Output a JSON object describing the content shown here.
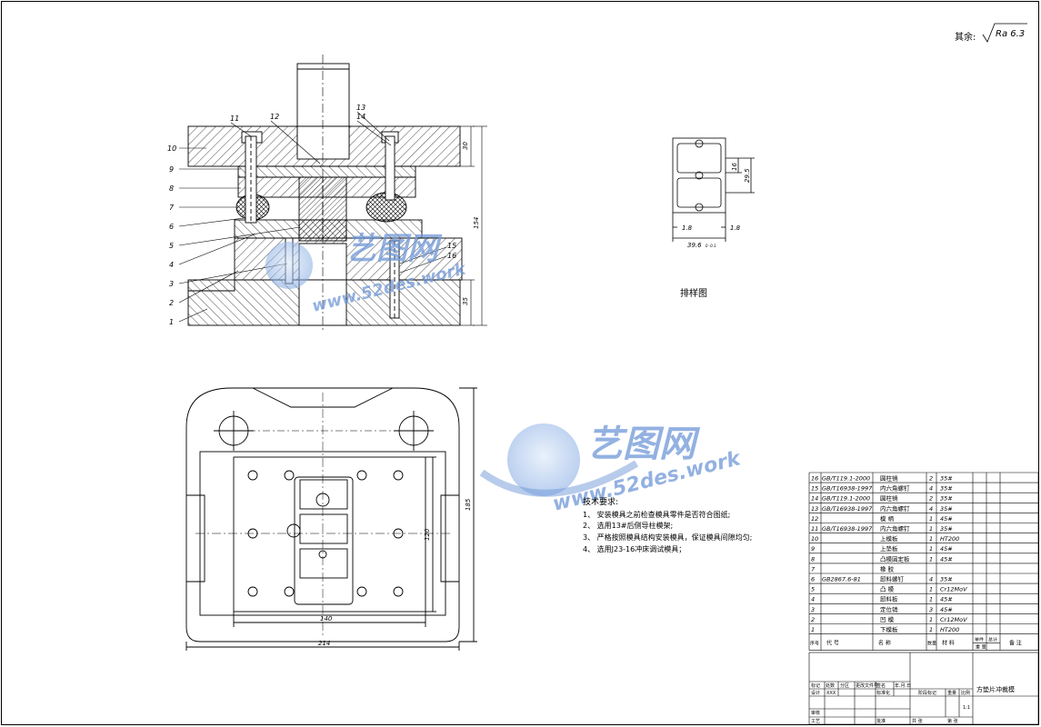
{
  "roughness": {
    "prefix": "其余:",
    "value": "Ra 6.3"
  },
  "section_view": {
    "callouts": [
      "1",
      "2",
      "3",
      "4",
      "5",
      "6",
      "7",
      "8",
      "9",
      "10",
      "11",
      "12",
      "13",
      "14",
      "15",
      "16"
    ],
    "dims": {
      "top_thickness": "30",
      "height": "154",
      "bottom_thickness": "35"
    }
  },
  "strip_layout": {
    "title": "排样图",
    "dims": {
      "gap_left": "1.8",
      "gap_right": "1.8",
      "width": "39.6",
      "tolerance": "0 -0.1",
      "pitch": "16",
      "height": "29.5"
    }
  },
  "plan_view": {
    "dims": {
      "inner_width": "140",
      "outer_width": "214",
      "inner_height": "120",
      "outer_height": "185"
    }
  },
  "watermark": {
    "brand": "艺图网",
    "url": "www.52des.work"
  },
  "tech_requirements": {
    "title": "技术要求:",
    "items": [
      "1、 安装模具之前检查模具零件是否符合图纸;",
      "2、 选用13#后侧导柱模架;",
      "3、 严格按照模具结构安装模具，保证模具间隙均匀;",
      "4、 选用J23-16冲床调试模具；"
    ]
  },
  "bom": {
    "rows": [
      {
        "no": "16",
        "code": "GB/T119.1-2000",
        "name": "圆柱销",
        "qty": "2",
        "material": "35#"
      },
      {
        "no": "15",
        "code": "GB/T16938-1997",
        "name": "内六角螺钉",
        "qty": "4",
        "material": "35#"
      },
      {
        "no": "14",
        "code": "GB/T119.1-2000",
        "name": "圆柱销",
        "qty": "2",
        "material": "35#"
      },
      {
        "no": "13",
        "code": "GB/T16938-1997",
        "name": "内六角螺钉",
        "qty": "4",
        "material": "35#"
      },
      {
        "no": "12",
        "code": "",
        "name": "模  柄",
        "qty": "1",
        "material": "45#"
      },
      {
        "no": "11",
        "code": "GB/T16938-1997",
        "name": "内六角螺钉",
        "qty": "1",
        "material": "35#"
      },
      {
        "no": "10",
        "code": "",
        "name": "上模板",
        "qty": "1",
        "material": "HT200"
      },
      {
        "no": "9",
        "code": "",
        "name": "上垫板",
        "qty": "1",
        "material": "45#"
      },
      {
        "no": "8",
        "code": "",
        "name": "凸模固定板",
        "qty": "1",
        "material": "45#"
      },
      {
        "no": "7",
        "code": "",
        "name": "橡  胶",
        "qty": "",
        "material": ""
      },
      {
        "no": "6",
        "code": "GB2867.6-81",
        "name": "卸料螺钉",
        "qty": "4",
        "material": "35#"
      },
      {
        "no": "5",
        "code": "",
        "name": "凸  模",
        "qty": "1",
        "material": "Cr12MoV"
      },
      {
        "no": "4",
        "code": "",
        "name": "卸料板",
        "qty": "1",
        "material": "45#"
      },
      {
        "no": "3",
        "code": "",
        "name": "定位销",
        "qty": "3",
        "material": "45#"
      },
      {
        "no": "2",
        "code": "",
        "name": "凹  模",
        "qty": "1",
        "material": "Cr12MoV"
      },
      {
        "no": "1",
        "code": "",
        "name": "下模板",
        "qty": "1",
        "material": "HT200"
      }
    ],
    "header": {
      "no": "序号",
      "code": "代    号",
      "name": "名    称",
      "qty": "数量",
      "material": "材    料",
      "single": "单件",
      "total": "总计",
      "weight": "重  量",
      "remark": "备  注"
    }
  },
  "title_block": {
    "part_name": "方垫片冲裁模",
    "labels": {
      "mark": "标记",
      "count": "处数",
      "zone": "分区",
      "change_doc": "更改文件号",
      "signature": "签名",
      "date": "年.月.日",
      "design": "设计",
      "standardize": "标准化",
      "review": "审核",
      "process": "工艺",
      "approve": "批准",
      "stage_mark": "阶段标记",
      "weight": "重量",
      "scale": "比例",
      "sheets_total": "共  张",
      "sheet_no": "第  张"
    },
    "values": {
      "designer": "XXX",
      "scale": "1:1"
    }
  }
}
